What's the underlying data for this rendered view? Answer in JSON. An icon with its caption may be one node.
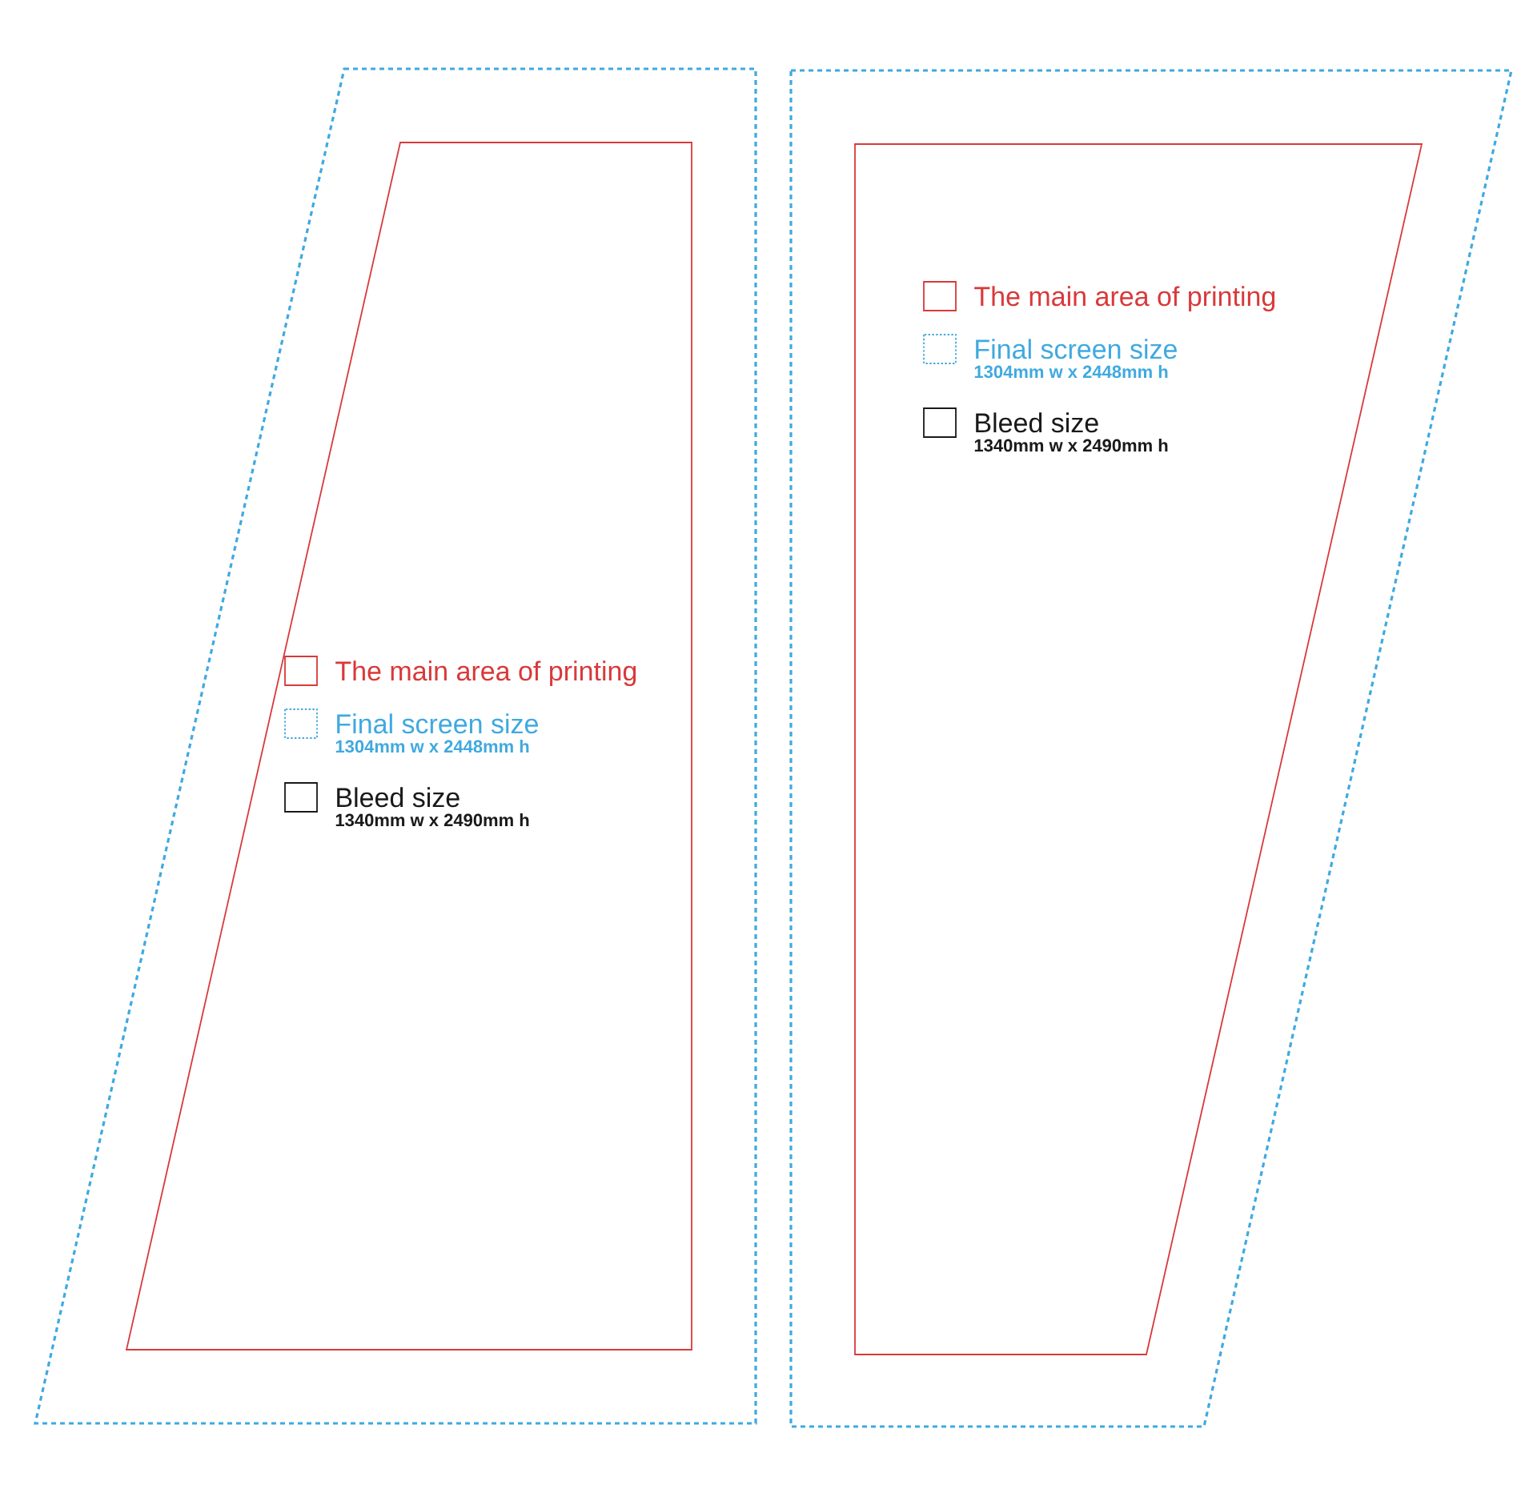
{
  "diagram": {
    "nodes": [
      {
        "text": [],
        "shape": "trapezoid"
      },
      {
        "text": [],
        "shape": "trapezoid",
        "in": 0
      },
      {
        "text": [],
        "shape": "trapezoid"
      },
      {
        "text": [],
        "shape": "trapezoid",
        "in": 2
      }
    ],
    "labels": [
      "1304mm w x 2448mm h",
      "1340mm w x 2490mm h",
      "1304mm w x 2448mm h",
      "1340mm w x 2490mm h"
    ],
    "legend": [
      {
        "text": "The main area of printing"
      },
      {
        "text": "Final screen size"
      },
      {
        "text": "Bleed size"
      },
      {
        "text": "The main area of printing"
      },
      {
        "text": "Final screen size"
      },
      {
        "text": "Bleed size"
      }
    ]
  }
}
